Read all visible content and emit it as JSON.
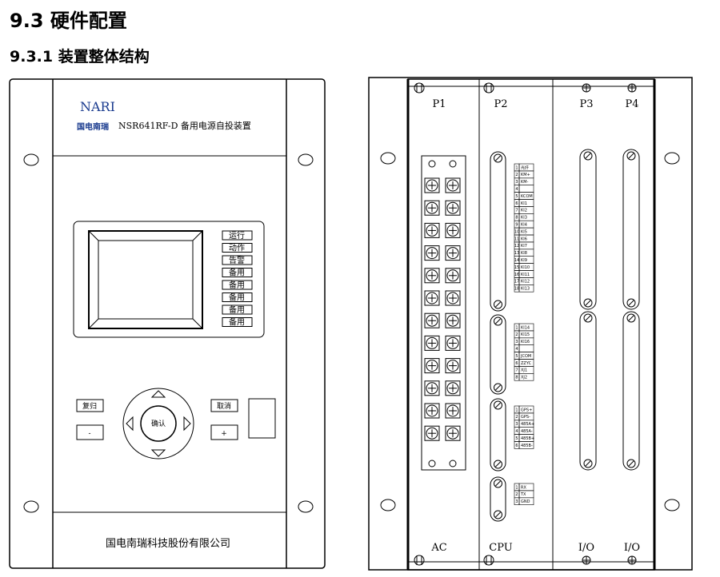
{
  "heading": {
    "section": "9.3 硬件配置",
    "subsection": "9.3.1 装置整体结构"
  },
  "front_panel": {
    "brand": "NARI",
    "brand_cn": "国电南瑞",
    "model": "NSR641RF-D 备用电源自投装置",
    "indicators": [
      "运行",
      "动作",
      "告警",
      "备用",
      "备用",
      "备用",
      "备用",
      "备用"
    ],
    "keys": {
      "reset": "复归",
      "cancel": "取消",
      "minus": "-",
      "plus": "+",
      "confirm": "确认"
    },
    "company": "国电南瑞科技股份有限公司"
  },
  "rear_panel": {
    "slots": [
      {
        "top": "P1",
        "bottom": "AC"
      },
      {
        "top": "P2",
        "bottom": "CPU"
      },
      {
        "top": "P3",
        "bottom": "I/O"
      },
      {
        "top": "P4",
        "bottom": "I/O"
      }
    ],
    "ac_rows": 12,
    "cpu_blocks": [
      {
        "pins": [
          "1",
          "2",
          "3",
          "4",
          "5",
          "6",
          "7",
          "8",
          "9",
          "10",
          "11",
          "12",
          "13",
          "14",
          "15",
          "16",
          "17",
          "18"
        ],
        "labels": [
          "光纤",
          "KM+",
          "KM-",
          "",
          "KCOM",
          "KI1",
          "KI2",
          "KI3",
          "KI4",
          "KI5",
          "KI6",
          "KI7",
          "KI8",
          "KI9",
          "KI10",
          "KI11",
          "KI12",
          "KI13"
        ]
      },
      {
        "pins": [
          "1",
          "2",
          "3",
          "4",
          "5",
          "6",
          "7",
          "8"
        ],
        "labels": [
          "KI14",
          "KI15",
          "KI16",
          "",
          "JCOM",
          "ZZYC",
          "XJ1",
          "XJ2"
        ]
      },
      {
        "pins": [
          "1",
          "2",
          "3",
          "4",
          "5",
          "6"
        ],
        "labels": [
          "GPS+",
          "GPS-",
          "485A+",
          "485A-",
          "485B+",
          "485B-"
        ]
      },
      {
        "pins": [
          "1",
          "2",
          "3"
        ],
        "labels": [
          "RX",
          "TX",
          "GND"
        ]
      }
    ]
  }
}
